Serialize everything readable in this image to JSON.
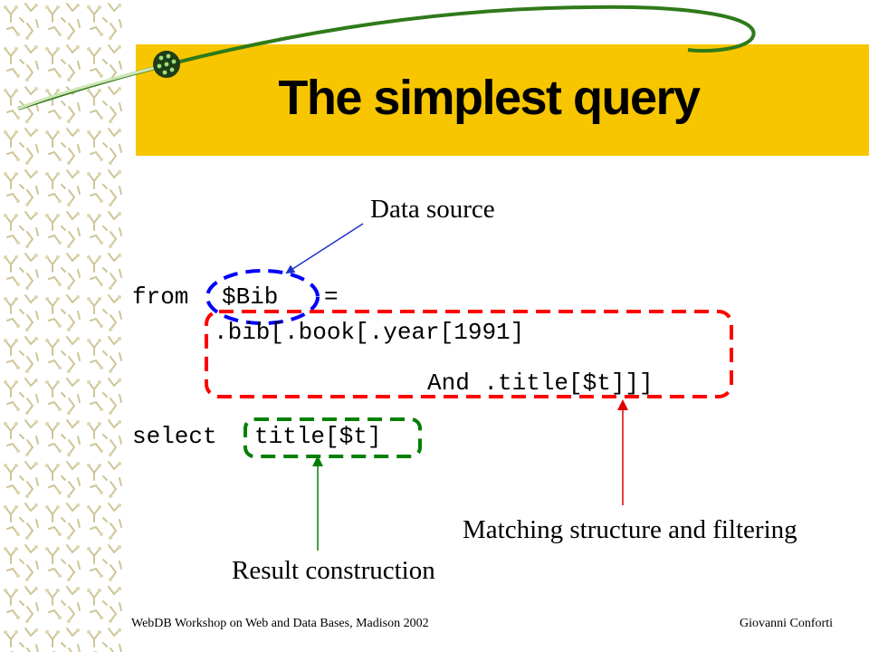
{
  "slide": {
    "title": "The simplest query",
    "code": {
      "line1_from": "from",
      "line1_var": "$Bib",
      "line1_eq": "=",
      "line2": ".bib[.book[.year[1991]",
      "line3": "And .title[$t]]]",
      "line4_select": "select",
      "line4_expr": "title[$t]"
    },
    "annotations": {
      "data_source": "Data source",
      "matching": "Matching structure and filtering",
      "result": "Result construction"
    },
    "footer": {
      "left": "WebDB Workshop on Web and Data Bases, Madison 2002",
      "right": "Giovanni Conforti"
    }
  },
  "colors": {
    "banner": "#f7c600",
    "swoosh": "#2f7a1a",
    "blue_highlight": "#0000ff",
    "red_highlight": "#ff0000",
    "green_highlight": "#008000",
    "arrow_blue": "#2030d0",
    "arrow_red": "#e00000",
    "arrow_green": "#008000"
  }
}
